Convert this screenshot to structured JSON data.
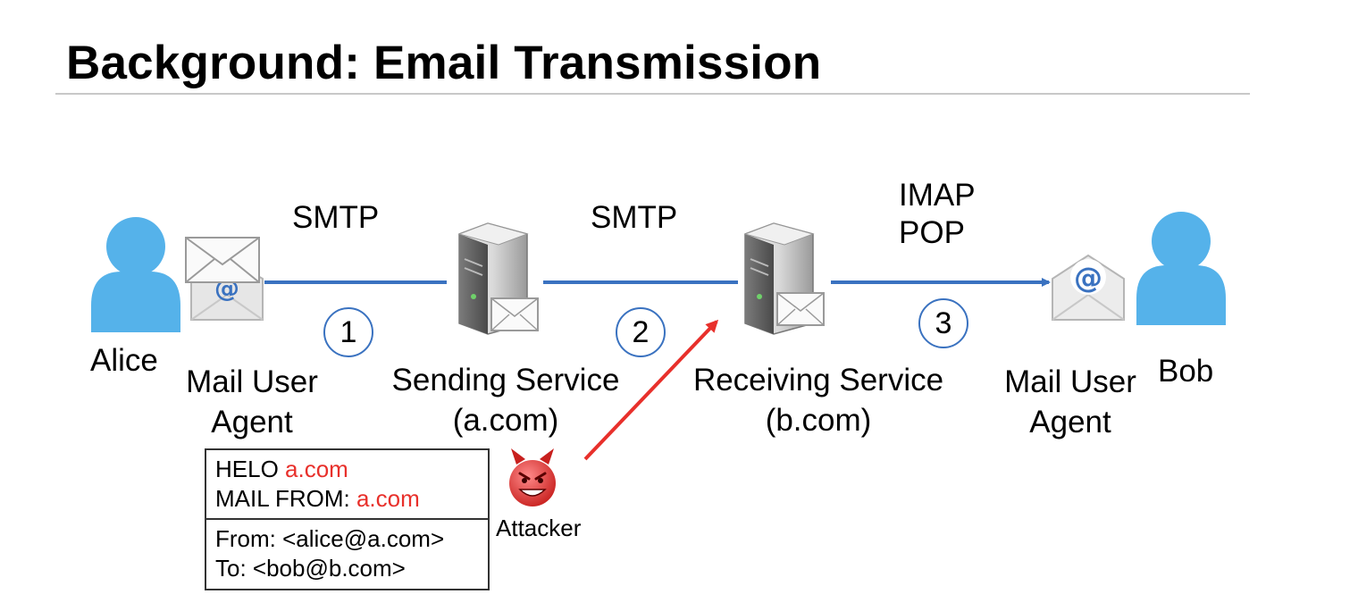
{
  "title": "Background: Email Transmission",
  "nodes": {
    "alice": "Alice",
    "bob": "Bob",
    "mua_left": [
      "Mail User",
      "Agent"
    ],
    "mua_right": [
      "Mail User",
      "Agent"
    ],
    "sending": [
      "Sending Service",
      "(a.com)"
    ],
    "receiving": [
      "Receiving Service",
      "(b.com)"
    ],
    "attacker": "Attacker"
  },
  "protocols": {
    "link1": "SMTP",
    "link2": "SMTP",
    "link3": [
      "IMAP",
      "POP"
    ]
  },
  "steps": [
    "1",
    "2",
    "3"
  ],
  "smtp_box": {
    "helo_prefix": "HELO ",
    "helo_value": "a.com",
    "mailfrom_prefix": "MAIL FROM: ",
    "mailfrom_value": "a.com"
  },
  "header_box": {
    "from": "From: <alice@a.com>",
    "to": "To: <bob@b.com>"
  },
  "colors": {
    "link": "#3a72c0",
    "person": "#55b2ea",
    "attack": "#e8302b",
    "highlight": "#e8302b"
  }
}
